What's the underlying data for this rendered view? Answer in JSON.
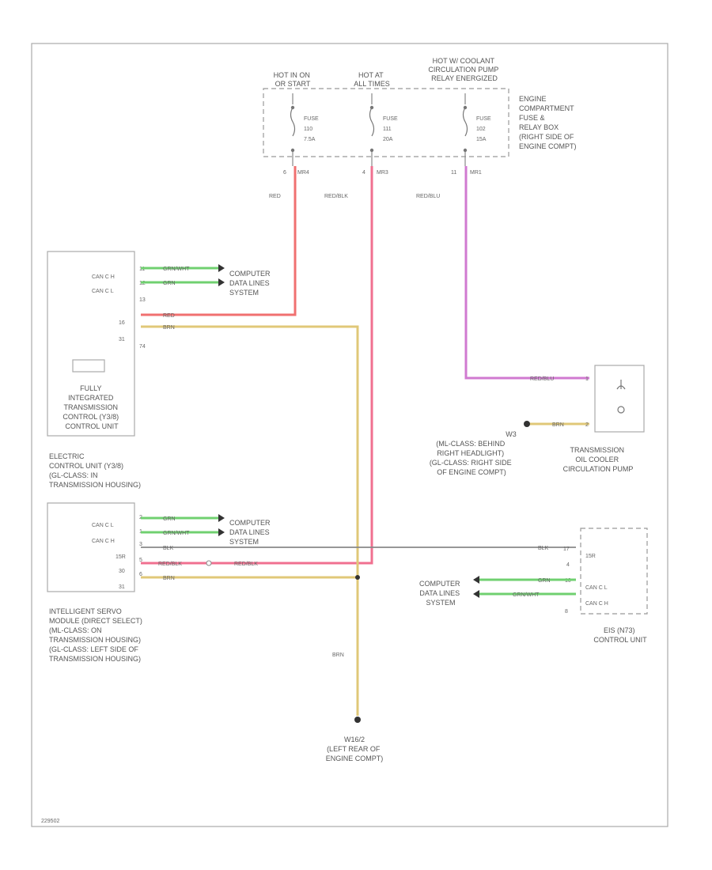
{
  "fuse_box": {
    "hot1": [
      "HOT IN ON",
      "OR START"
    ],
    "hot2": [
      "HOT AT",
      "ALL TIMES"
    ],
    "hot3": [
      "HOT W/ COOLANT",
      "CIRCULATION PUMP",
      "RELAY ENERGIZED"
    ],
    "fuse1": [
      "FUSE",
      "110",
      "7.5A"
    ],
    "fuse2": [
      "FUSE",
      "111",
      "20A"
    ],
    "fuse3": [
      "FUSE",
      "102",
      "15A"
    ],
    "label": [
      "ENGINE",
      "COMPARTMENT",
      "FUSE &",
      "RELAY BOX",
      "(RIGHT SIDE OF",
      "ENGINE COMPT)"
    ],
    "pin1": "6",
    "conn1": "MR4",
    "pin2": "4",
    "conn2": "MR3",
    "pin3": "11",
    "conn3": "MR1"
  },
  "wire_colors": {
    "w1": "RED",
    "w2": "RED/BLK",
    "w3": "RED/BLU",
    "red_hex": "#f07070",
    "yellow_hex": "#e0c878",
    "green_hex": "#70d070",
    "violet_hex": "#d080d0",
    "gray_hex": "#888888",
    "pink_hex": "#f06080"
  },
  "tcu": {
    "pins": [
      "CAN C H",
      "CAN C L",
      "",
      "",
      "",
      ""
    ],
    "pin_numbers": [
      "11",
      "12",
      "13",
      "16",
      "31",
      "74"
    ],
    "wire_labels": [
      "GRN/WHT",
      "GRN",
      "RED",
      "BRN"
    ],
    "label": [
      "FULLY",
      "INTEGRATED",
      "TRANSMISSION",
      "CONTROL (Y3/8)",
      "CONTROL UNIT"
    ],
    "sub_label": [
      "ELECTRIC",
      "CONTROL UNIT (Y3/8)",
      "(GL-CLASS: IN",
      "TRANSMISSION HOUSING)"
    ]
  },
  "can1": [
    "COMPUTER",
    "DATA LINES",
    "SYSTEM"
  ],
  "ism": {
    "pins": [
      "CAN C L",
      "CAN C H",
      "15R",
      "30",
      "31"
    ],
    "pin_numbers": [
      "2",
      "1",
      "3",
      "5",
      "6"
    ],
    "wire_labels": [
      "GRN",
      "GRN/WHT",
      "BLK",
      "RED/BLK",
      "BRN"
    ],
    "splice_label": "RED/BLK",
    "label": [
      "INTELLIGENT SERVO",
      "MODULE (DIRECT SELECT)",
      "(ML-CLASS: ON",
      "TRANSMISSION HOUSING)",
      "(GL-CLASS: LEFT SIDE OF",
      "TRANSMISSION HOUSING)"
    ]
  },
  "can2": [
    "COMPUTER",
    "DATA LINES",
    "SYSTEM"
  ],
  "pump": {
    "wire_top": "RED/BLU",
    "pin_top": "1",
    "wire_bottom": "BRN",
    "pin_bottom": "2",
    "label": [
      "TRANSMISSION",
      "OIL COOLER",
      "CIRCULATION PUMP"
    ]
  },
  "ground1": {
    "id": "W3",
    "label": [
      "(ML-CLASS: BEHIND",
      "RIGHT HEADLIGHT)",
      "(GL-CLASS: RIGHT SIDE",
      "OF ENGINE COMPT)"
    ]
  },
  "eis": {
    "pins": [
      "15R",
      "",
      "CAN C L",
      "CAN C H"
    ],
    "pin_numbers": [
      "17",
      "4",
      "10",
      "8"
    ],
    "wire_labels": [
      "BLK",
      "GRN",
      "GRN/WHT"
    ],
    "label": [
      "EIS (N73)",
      "CONTROL UNIT"
    ]
  },
  "can3": [
    "COMPUTER",
    "DATA LINES",
    "SYSTEM"
  ],
  "ground2": {
    "wire": "BRN",
    "id": "W16/2",
    "label": [
      "(LEFT REAR OF",
      "ENGINE COMPT)"
    ]
  },
  "footer": "229502"
}
